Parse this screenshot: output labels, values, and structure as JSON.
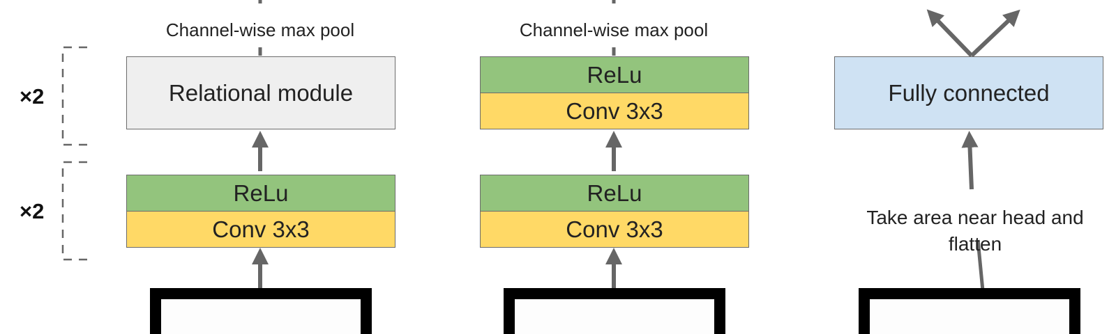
{
  "columns": [
    {
      "caption": "Channel-wise max pool",
      "top_block": "Relational module",
      "bottom_relu": "ReLu",
      "bottom_conv": "Conv 3x3",
      "repeat_upper": "×2",
      "repeat_lower": "×2"
    },
    {
      "caption": "Channel-wise max pool",
      "top_relu": "ReLu",
      "top_conv": "Conv 3x3",
      "bottom_relu": "ReLu",
      "bottom_conv": "Conv 3x3"
    },
    {
      "top_block": "Fully connected",
      "note": "Take area near head and flatten"
    }
  ],
  "colors": {
    "relu": "#93c47d",
    "conv": "#ffd966",
    "relational": "#efefef",
    "fully_connected": "#cfe2f3",
    "arrow": "#666666"
  }
}
